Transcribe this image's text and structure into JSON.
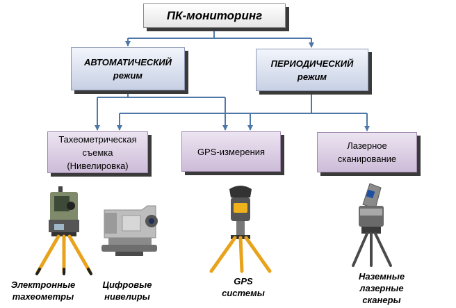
{
  "root": {
    "title": "ПК-мониторинг"
  },
  "modes": [
    {
      "line1": "АВТОМАТИЧЕСКИЙ",
      "line2": "режим"
    },
    {
      "line1": "ПЕРИОДИЧЕСКИЙ",
      "line2": "режим"
    }
  ],
  "methods": [
    {
      "lines": [
        "Тахеометрическая",
        "съемка",
        "(Нивелировка)"
      ]
    },
    {
      "lines": [
        "GPS-измерения"
      ]
    },
    {
      "lines": [
        "Лазерное",
        "сканирование"
      ]
    }
  ],
  "equipment": [
    {
      "lines": [
        "Электронные",
        "тахеометры"
      ],
      "icon": "total-station-icon"
    },
    {
      "lines": [
        "Цифровые",
        "нивелиры"
      ],
      "icon": "digital-level-icon"
    },
    {
      "lines": [
        "GPS",
        "системы"
      ],
      "icon": "gps-receiver-icon"
    },
    {
      "lines": [
        "Наземные",
        "лазерные",
        "сканеры"
      ],
      "icon": "laser-scanner-icon"
    }
  ],
  "colors": {
    "connector": "#4f78a8",
    "mode_fill": "#c7d0e4",
    "method_fill": "#cdbcd8",
    "tripod": "#e8a31c"
  }
}
